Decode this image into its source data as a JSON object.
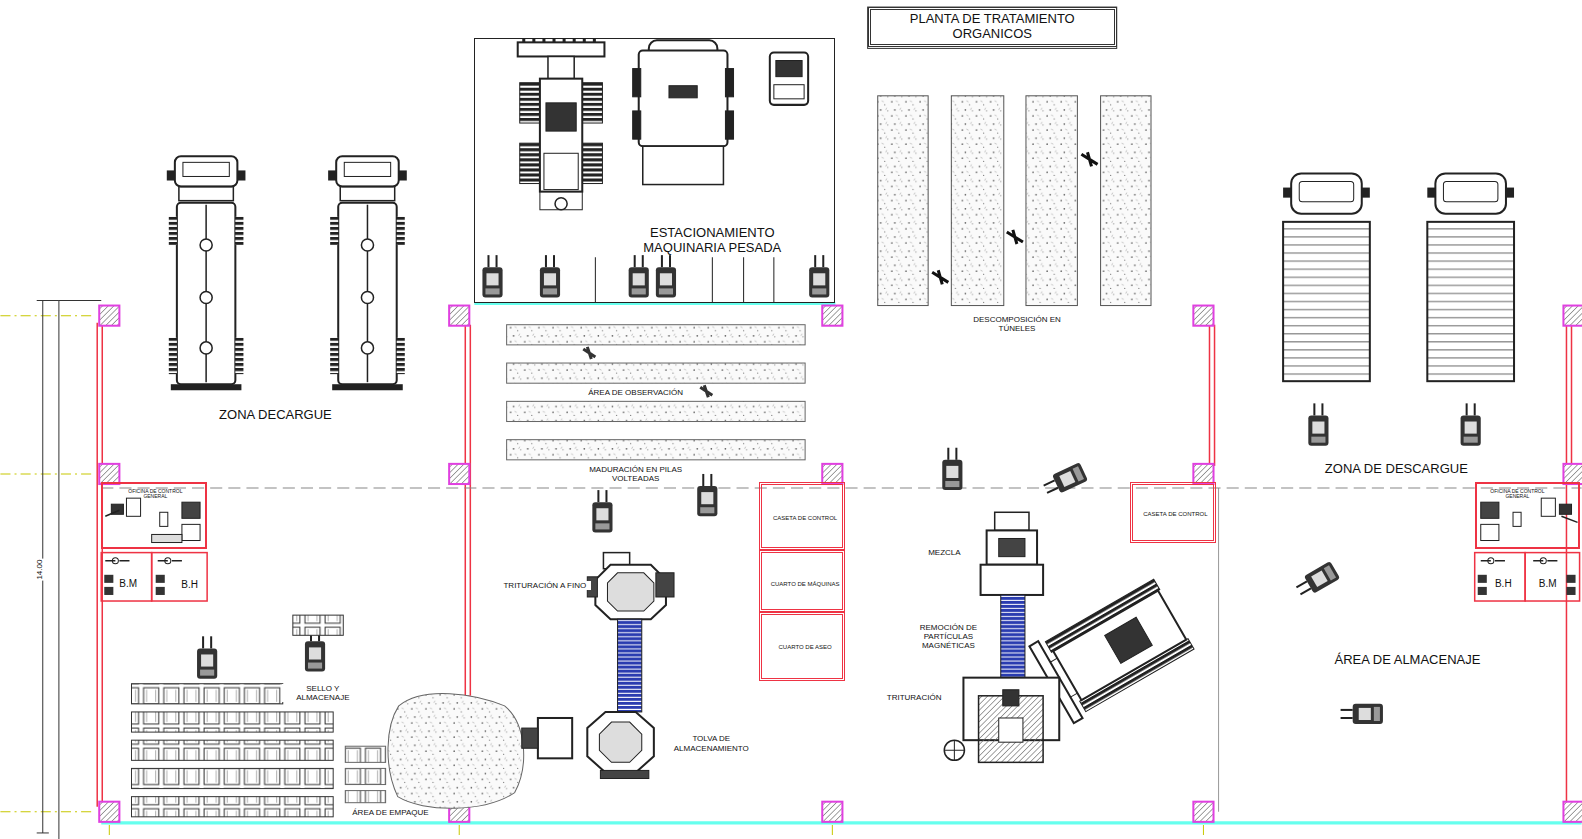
{
  "diagram": {
    "title": "PLANTA DE TRATAMIENTO ORGANICOS",
    "nodes": [
      {
        "text": [
          "ESTACIONAMIENTO MAQUINARIA PESADA"
        ]
      },
      {
        "text": [
          "OFICINA DE CONTROL GENERAL"
        ]
      },
      {
        "text": [
          "CASETA DE CONTROL"
        ]
      },
      {
        "text": [
          "CUARTO DE MÁQUINAS"
        ]
      },
      {
        "text": [
          "CUARTO DE ASEO"
        ]
      },
      {
        "text": [
          "CASETA DE CONTROL"
        ]
      },
      {
        "text": [
          "OFICINA DE CONTROL GENERAL"
        ]
      }
    ],
    "labels": [
      "ZONA DECARGUE",
      "DESCOMPOSICIÓN EN TÚNELES",
      "ÁREA DE OBSERVACIÓN",
      "ZONA DE DESCARGUE",
      "MADURACIÓN EN PILAS VOLTEADAS",
      "MEZCLA",
      "B.M",
      "B.H",
      "B.H",
      "B.M",
      "14.00",
      "TRITURACIÓN A FINO",
      "REMOCIÓN DE PARTÍCULAS MAGNÉTICAS",
      "ÁREA DE ALMACENAJE",
      "SELLO Y ALMACENAJE",
      "TRITURACIÓN",
      "TOLVA DE ALMACENAMIENTO",
      "ÁREA DE EMPAQUE"
    ]
  }
}
